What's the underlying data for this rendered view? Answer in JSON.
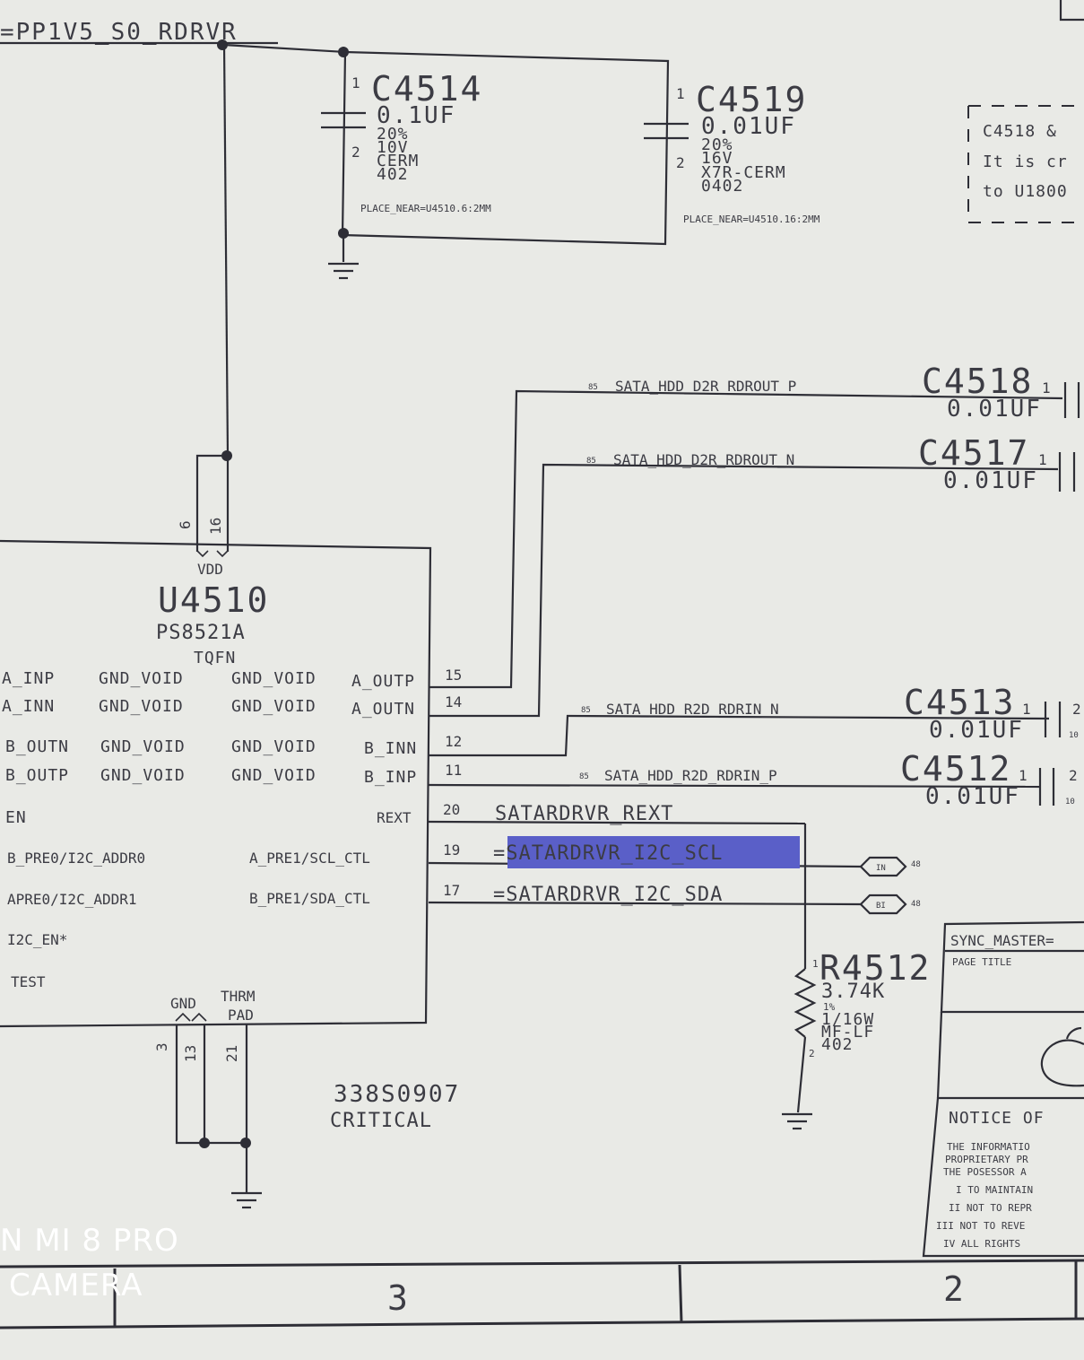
{
  "rail": {
    "name": "=PP1V5_S0_RDRVR"
  },
  "caps_top": [
    {
      "ref": "C4514",
      "pin1": "1",
      "pin2": "2",
      "value": "0.1UF",
      "tol": "20%",
      "volt": "10V",
      "diel": "CERM",
      "pkg": "402",
      "place": "PLACE_NEAR=U4510.6:2MM"
    },
    {
      "ref": "C4519",
      "pin1": "1",
      "pin2": "2",
      "value": "0.01UF",
      "tol": "20%",
      "volt": "16V",
      "diel": "X7R-CERM",
      "pkg": "0402",
      "place": "PLACE_NEAR=U4510.16:2MM"
    }
  ],
  "note": {
    "line1": "C4518 &",
    "line2": "It is cr",
    "line3": "to U1800"
  },
  "chip": {
    "ref": "U4510",
    "part": "PS8521A",
    "pkg": "TQFN",
    "vdd_label": "VDD",
    "vdd_pins": [
      "6",
      "16"
    ],
    "gnd_label": "GND",
    "thrm_label": "THRM",
    "pad_label": "PAD",
    "bottom_pins": [
      "3",
      "13",
      "21"
    ],
    "left_pins": [
      "A_INP",
      "A_INN",
      "B_OUTN",
      "B_OUTP",
      "EN",
      "B_PRE0/I2C_ADDR0",
      "APRE0/I2C_ADDR1",
      "I2C_EN*",
      "TEST"
    ],
    "void_pins": [
      "GND_VOID",
      "GND_VOID",
      "GND_VOID",
      "GND_VOID",
      "GND_VOID",
      "GND_VOID",
      "GND_VOID",
      "GND_VOID"
    ],
    "right_pins": [
      "A_OUTP",
      "A_OUTN",
      "B_INN",
      "B_INP",
      "REXT",
      "A_PRE1/SCL_CTL",
      "B_PRE1/SDA_CTL"
    ],
    "right_nums": [
      "15",
      "14",
      "12",
      "11",
      "20",
      "19",
      "17"
    ],
    "partnum": "338S0907",
    "crit": "CRITICAL"
  },
  "nets": [
    {
      "name": "SATA_HDD_D2R_RDROUT_P",
      "pg": "85",
      "cap": "C4518",
      "val": "0.01UF",
      "pin": "1"
    },
    {
      "name": "SATA_HDD_D2R_RDROUT_N",
      "pg": "85",
      "cap": "C4517",
      "val": "0.01UF",
      "pin": "1"
    },
    {
      "name": "SATA_HDD_R2D_RDRIN_N",
      "pg": "85",
      "cap": "C4513",
      "val": "0.01UF",
      "pin": "1",
      "pin2": "2",
      "pin2b": "10"
    },
    {
      "name": "SATA_HDD_R2D_RDRIN_P",
      "pg": "85",
      "cap": "C4512",
      "val": "0.01UF",
      "pin": "1",
      "pin2": "2",
      "pin2b": "10"
    }
  ],
  "rext": "SATARDRVR_REXT",
  "i2c": [
    {
      "name": "=SATARDRVR_I2C_SCL",
      "dir": "IN",
      "pg": "48",
      "selected": true
    },
    {
      "name": "=SATARDRVR_I2C_SDA",
      "dir": "BI",
      "pg": "48",
      "selected": false
    }
  ],
  "resistor": {
    "ref": "R4512",
    "pin1": "1",
    "pin2": "2",
    "value": "3.74K",
    "tol": "1%",
    "power": "1/16W",
    "type": "MF-LF",
    "pkg": "402"
  },
  "titleblock": {
    "sync": "SYNC_MASTER=",
    "page_title": "PAGE TITLE",
    "notice": "NOTICE OF",
    "lines": [
      "THE INFORMATIO",
      "PROPRIETARY PR",
      "THE POSESSOR A",
      "I  TO MAINTAIN",
      "II NOT TO REPR",
      "III NOT TO REVE",
      "IV ALL RIGHTS"
    ]
  },
  "grid_numbers": [
    "3",
    "2"
  ],
  "watermark": {
    "line1": "N MI 8 PRO",
    "line2": "CAMERA"
  },
  "colors": {
    "ink": "#2e2e36",
    "paper": "#e9eae6",
    "highlight": "#5a5fc8"
  }
}
